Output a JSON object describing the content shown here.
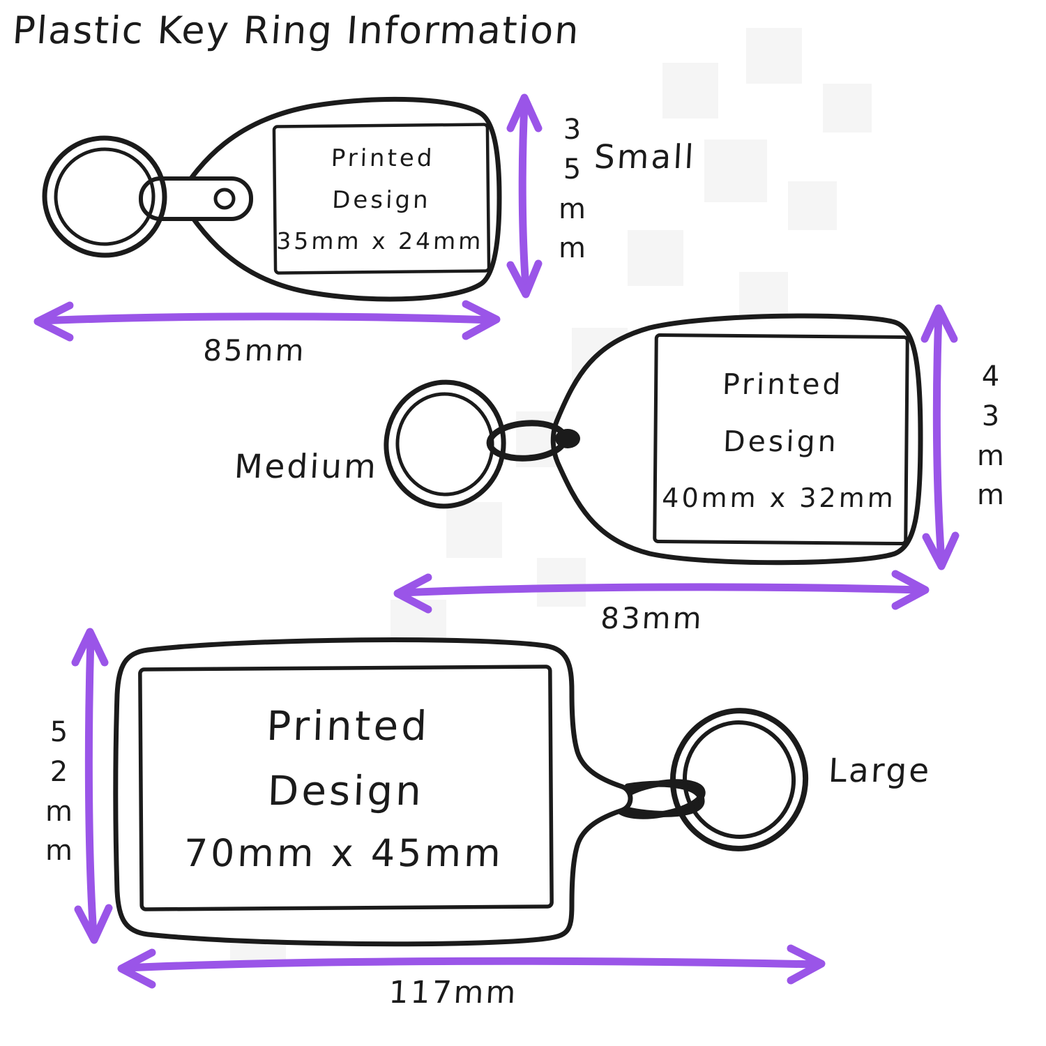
{
  "title": "Plastic Key Ring Information",
  "colors": {
    "ink": "#1b1b1b",
    "arrow": "#9a55e8"
  },
  "keyrings": {
    "small": {
      "label": "Small",
      "design": {
        "line1": "Printed",
        "line2": "Design",
        "size": "35mm x 24mm"
      },
      "width": "85mm",
      "height": "3\n5\nm\nm"
    },
    "medium": {
      "label": "Medium",
      "design": {
        "line1": "Printed",
        "line2": "Design",
        "size": "40mm x 32mm"
      },
      "width": "83mm",
      "height": "4\n3\nm\nm"
    },
    "large": {
      "label": "Large",
      "design": {
        "line1": "Printed",
        "line2": "Design",
        "size": "70mm x 45mm"
      },
      "width": "117mm",
      "height": "5\n2\nm\nm"
    }
  }
}
